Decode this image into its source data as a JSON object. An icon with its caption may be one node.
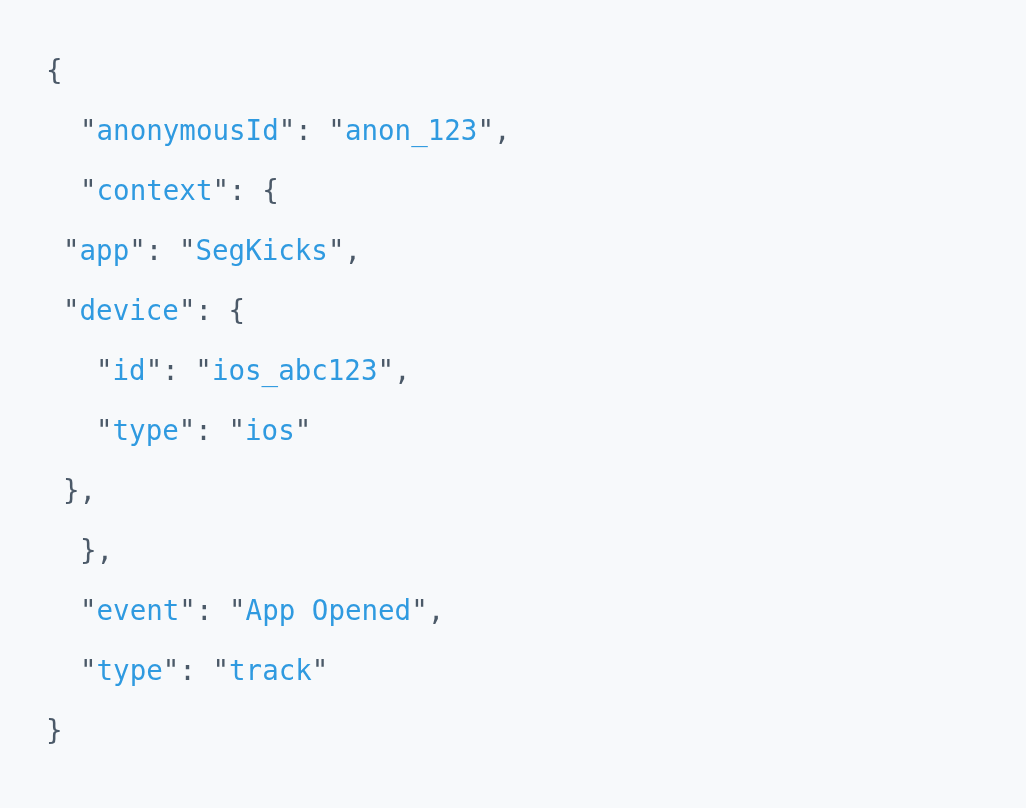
{
  "diagram": {
    "labels": [
      "{",
      "\"anonymousId\": \"anon_123\",",
      "\"context\": {",
      "\"app\": \"SegKicks\",",
      "\"device\": {",
      "\"id\": \"ios_abc123\",",
      "\"type\": \"ios\"",
      "},",
      "},",
      "\"event\": \"App Opened\",",
      "\"type\": \"track\"",
      "}"
    ]
  }
}
